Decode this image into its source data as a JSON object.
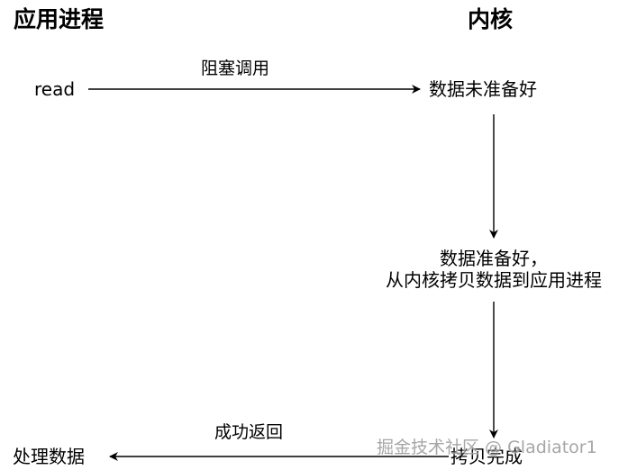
{
  "headings": {
    "app_process": "应用进程",
    "kernel": "内核"
  },
  "nodes": {
    "read": "read",
    "data_not_ready": "数据未准备好",
    "data_ready_line1": "数据准备好，",
    "data_ready_line2": "从内核拷贝数据到应用进程",
    "copy_done": "拷贝完成",
    "process_data": "处理数据"
  },
  "edges": {
    "blocking_call": "阻塞调用",
    "return_success": "成功返回"
  },
  "watermark": "掘金技术社区 @ Gladiator1",
  "colors": {
    "text": "#000000",
    "line": "#000000",
    "watermark": "#9a9a9a"
  }
}
